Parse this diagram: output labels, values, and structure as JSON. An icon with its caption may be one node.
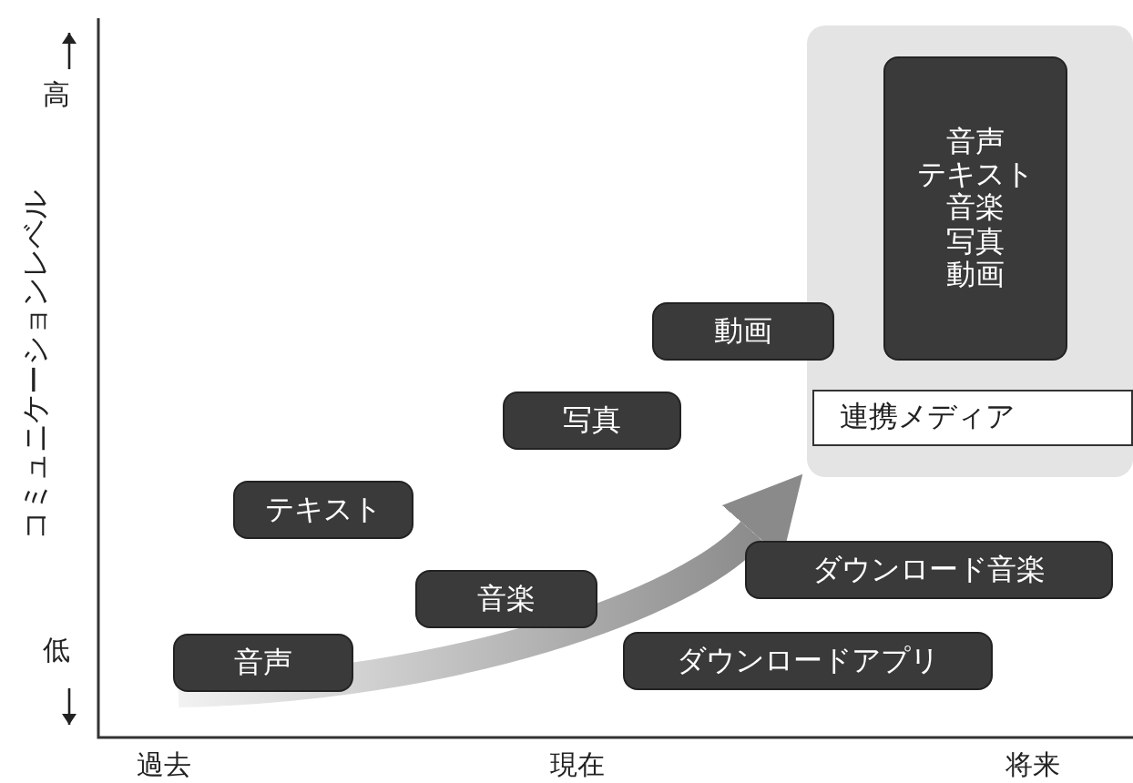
{
  "diagram": {
    "nodes": [
      {
        "text": [],
        "shape": "box"
      },
      {
        "text": [
          "音声",
          "テキスト",
          "音楽",
          "写真",
          "動画"
        ],
        "in": 0
      },
      {
        "text": [
          "連携メディア"
        ],
        "in": 0
      },
      {
        "text": [
          "動画"
        ]
      },
      {
        "text": [
          "写真"
        ]
      },
      {
        "text": [
          "テキスト"
        ]
      },
      {
        "text": [
          "ダウンロード音楽"
        ]
      },
      {
        "text": [
          "音楽"
        ]
      },
      {
        "text": [
          "音声"
        ]
      },
      {
        "text": [
          "ダウンロードアプリ"
        ]
      }
    ],
    "edges": [
      {
        "from": 8,
        "to": 0,
        "arrow": "to",
        "style": "thick"
      }
    ],
    "labels": [
      "高",
      "コミュニケーションレベル",
      "低",
      "過去",
      "現在",
      "将来"
    ]
  }
}
